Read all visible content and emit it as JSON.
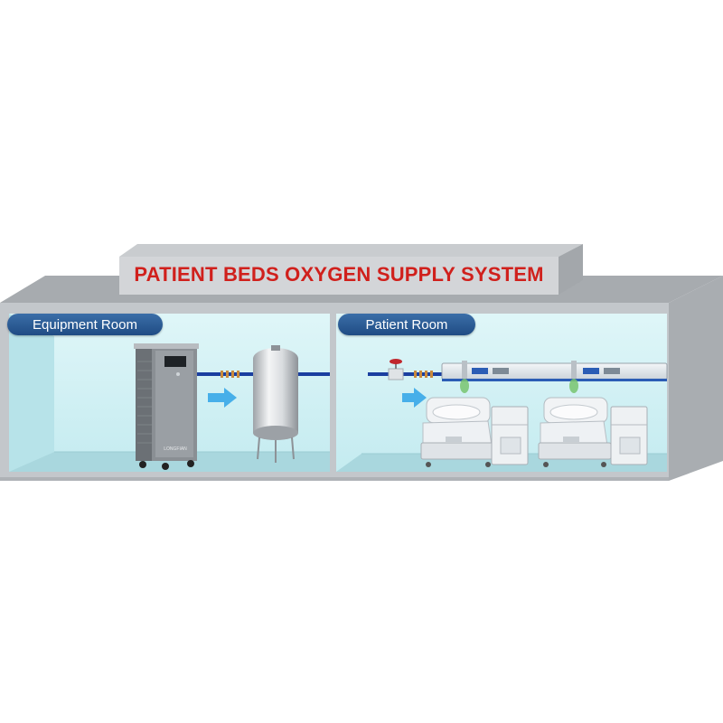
{
  "title": "PATIENT BEDS OXYGEN SUPPLY SYSTEM",
  "rooms": [
    {
      "label": "Equipment Room"
    },
    {
      "label": "Patient Room"
    }
  ],
  "brand": "LONGFIAN",
  "colors": {
    "title_text": "#d0201c",
    "label_fill": "#2c5d97",
    "pipe": "#1a3fa0",
    "wall": "#c3c7cb",
    "room_interior": "#cfeff3",
    "arrow": "#2fa3e6"
  }
}
